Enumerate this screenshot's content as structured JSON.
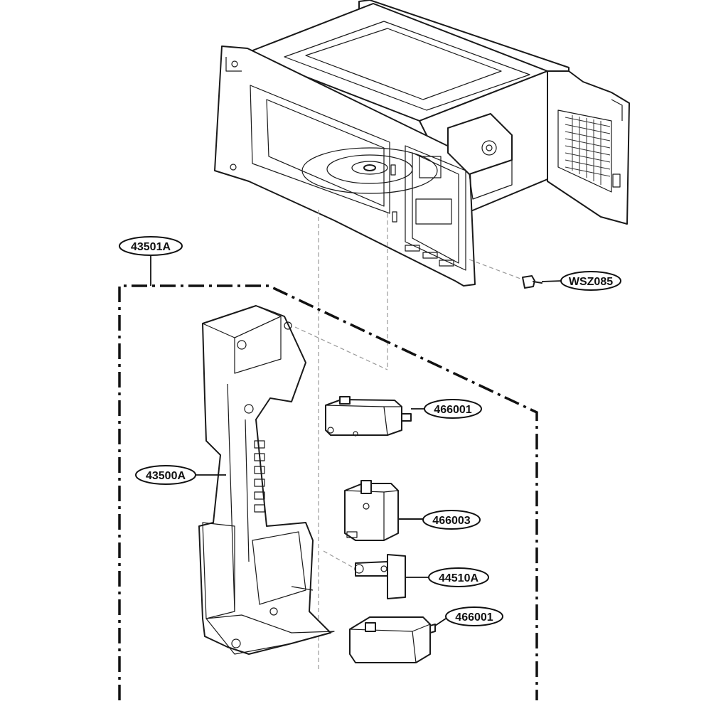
{
  "callouts": {
    "assembly_latch": "43501A",
    "latch_board": "43500A",
    "switch_top": "466001",
    "switch_middle": "466003",
    "lever": "44510A",
    "switch_bottom": "466001",
    "screw": "WSZ085"
  }
}
